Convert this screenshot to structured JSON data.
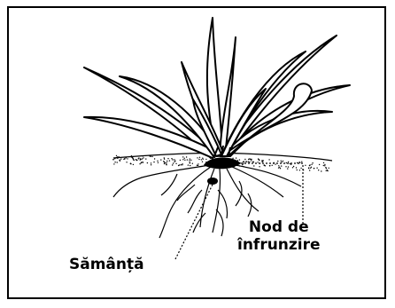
{
  "labels": {
    "tillering_node_line1": "Nod de",
    "tillering_node_line2": "înfrunzire",
    "seed": "Sămânță"
  },
  "colors": {
    "ink": "#000000",
    "background": "#ffffff"
  }
}
